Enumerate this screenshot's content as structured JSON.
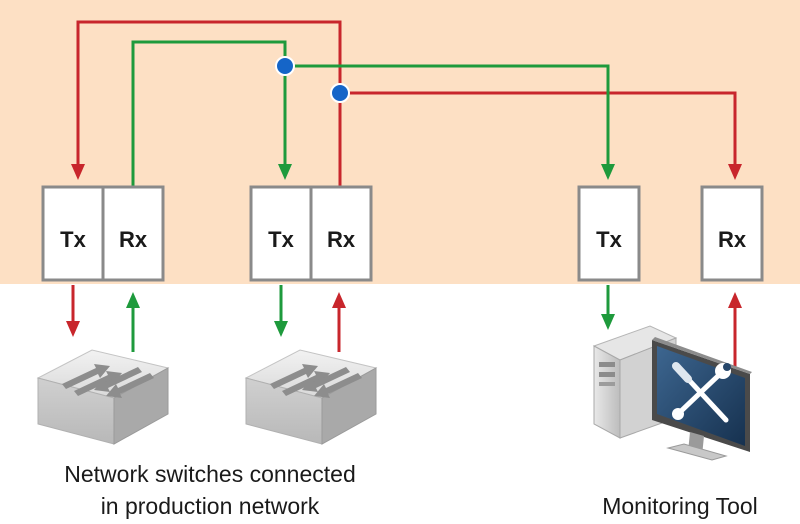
{
  "colors": {
    "band_background": "#fde0c4",
    "red_link": "#c8262c",
    "green_link": "#1e9a3c",
    "tap_point": "#1565c8",
    "port_border": "#8a8a8a"
  },
  "tap_a": {
    "port_tx_label": "Tx",
    "port_rx_label": "Rx"
  },
  "tap_b": {
    "port_tx_label": "Tx",
    "port_rx_label": "Rx"
  },
  "monitor_ports": {
    "tx_label": "Tx",
    "rx_label": "Rx"
  },
  "captions": {
    "switches_line1": "Network switches connected",
    "switches_line2": "in production network",
    "monitoring_tool": "Monitoring Tool"
  },
  "icons": {
    "switch": "network-switch-icon",
    "computer": "desktop-computer-icon",
    "tools": "wrench-screwdriver-icon"
  }
}
